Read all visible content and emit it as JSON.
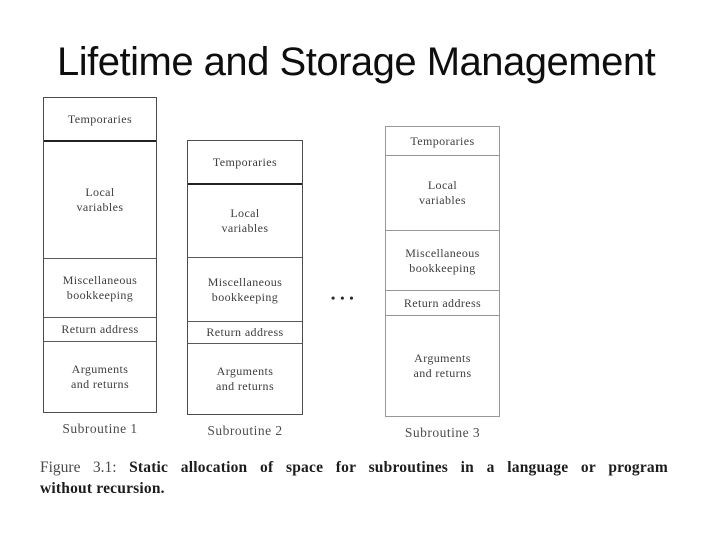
{
  "slide": {
    "title": "Lifetime and Storage Management"
  },
  "figure": {
    "ellipsis": "•••",
    "columns": [
      {
        "label": "Subroutine 1",
        "sections": [
          {
            "text": "Temporaries"
          },
          {
            "text": "Local\nvariables"
          },
          {
            "text": "Miscellaneous\nbookkeeping"
          },
          {
            "text": "Return address"
          },
          {
            "text": "Arguments\nand returns"
          }
        ]
      },
      {
        "label": "Subroutine 2",
        "sections": [
          {
            "text": "Temporaries"
          },
          {
            "text": "Local\nvariables"
          },
          {
            "text": "Miscellaneous\nbookkeeping"
          },
          {
            "text": "Return address"
          },
          {
            "text": "Arguments\nand returns"
          }
        ]
      },
      {
        "label": "Subroutine 3",
        "sections": [
          {
            "text": "Temporaries"
          },
          {
            "text": "Local\nvariables"
          },
          {
            "text": "Miscellaneous\nbookkeeping"
          },
          {
            "text": "Return address"
          },
          {
            "text": "Arguments\nand returns"
          }
        ]
      }
    ],
    "caption": {
      "prefix": "Figure 3.1:",
      "body": "Static allocation of space for subroutines in a language or program",
      "line2": "without recursion."
    }
  }
}
